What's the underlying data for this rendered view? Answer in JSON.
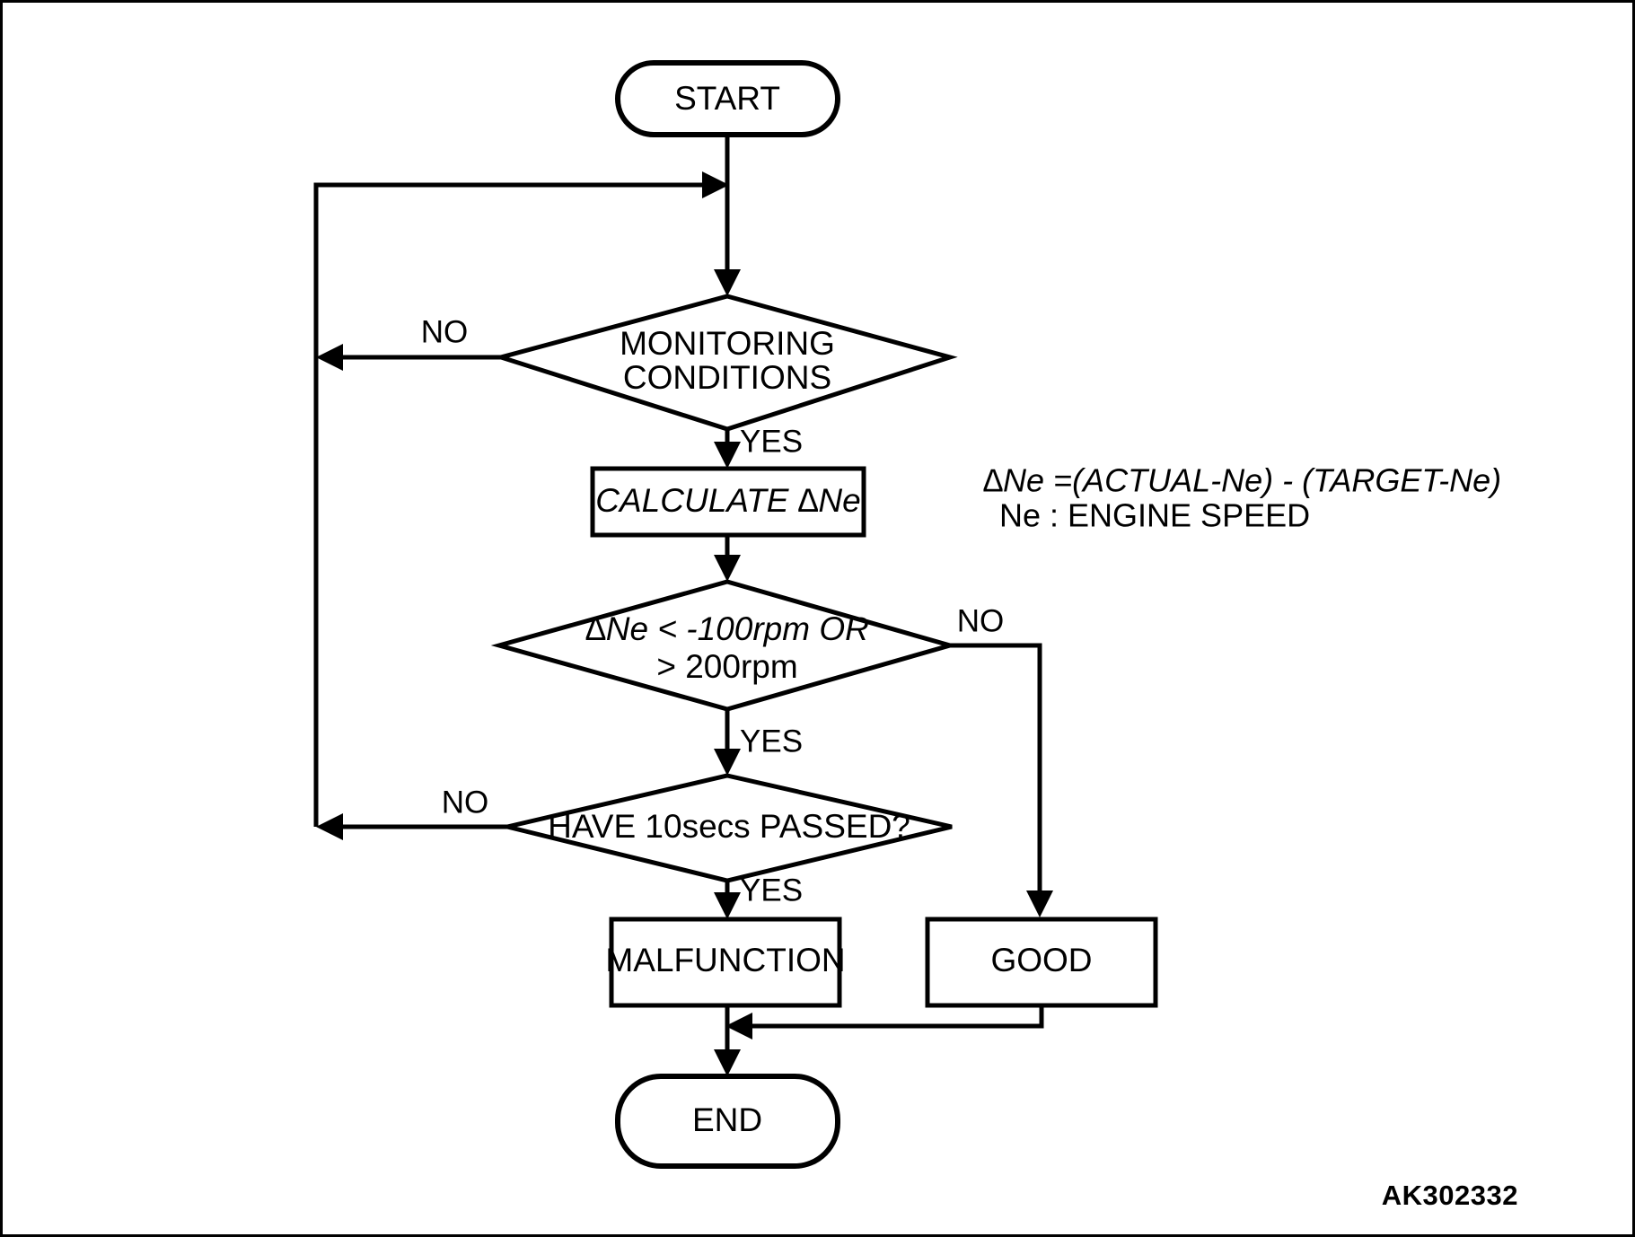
{
  "diagram": {
    "title": "Engine speed monitoring judgement flowchart",
    "reference_code": "AK302332",
    "stroke_color": "#000000",
    "background_color": "#ffffff",
    "nodes": {
      "start": {
        "type": "terminator",
        "label": "START"
      },
      "monitoring": {
        "type": "decision",
        "label_line1": "MONITORING",
        "label_line2": "CONDITIONS"
      },
      "calculate": {
        "type": "process",
        "label": "CALCULATE  ∆Ne"
      },
      "threshold": {
        "type": "decision",
        "label_line1": "∆Ne < -100rpm OR",
        "label_line2": "> 200rpm"
      },
      "timer": {
        "type": "decision",
        "label": "HAVE 10secs PASSED?"
      },
      "malfunction": {
        "type": "process",
        "label": "MALFUNCTION"
      },
      "good": {
        "type": "process",
        "label": "GOOD"
      },
      "end": {
        "type": "terminator",
        "label": "END"
      }
    },
    "edge_labels": {
      "monitoring_no": "NO",
      "monitoring_yes": "YES",
      "threshold_no": "NO",
      "threshold_yes": "YES",
      "timer_no": "NO",
      "timer_yes": "YES"
    },
    "note": {
      "line1": "∆Ne =(ACTUAL-Ne) - (TARGET-Ne)",
      "line2": "Ne : ENGINE SPEED"
    }
  }
}
